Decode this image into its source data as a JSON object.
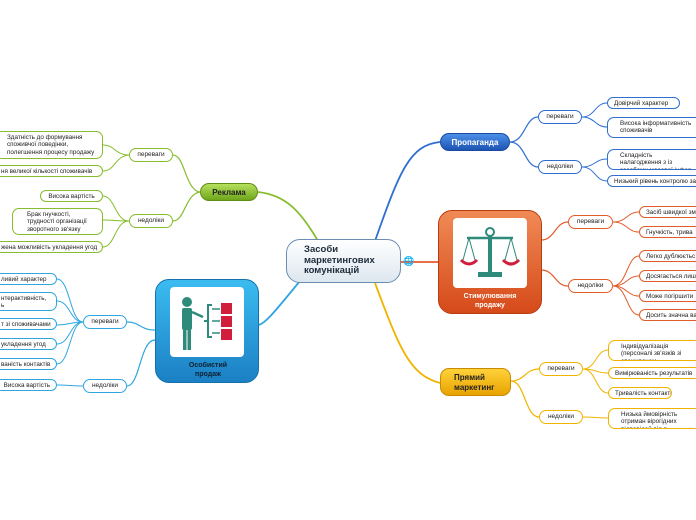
{
  "center": {
    "title_line1": "Засоби",
    "title_line2": "маркетингових",
    "title_line3": "комунікацій"
  },
  "colors": {
    "reklama": "#86bd2c",
    "osobystyi": "#2fa6df",
    "propaganda": "#2f6fd0",
    "stymuliuvannia": "#e25c2a",
    "priamyi": "#f0b400"
  },
  "branches": {
    "reklama": {
      "title": "Реклама",
      "pros_label": "переваги",
      "pros": [
        "Здатність до формування споживчої поведінки, полегшення процесу продажу",
        "ня великої кількості споживачів"
      ],
      "cons_label": "недоліки",
      "cons": [
        "Висока вартість",
        "Брак гнучкості, трудності організації зворотного зв'язку",
        "жена можливість укладення угод"
      ]
    },
    "osobystyi": {
      "title": "Особистий продаж",
      "icon": "salesman-presentation-icon",
      "pros_label": "переваги",
      "pros": [
        "ливий характер",
        "нтерактивність, ь",
        "т зі споживачами",
        "укладення угод",
        "ваність контактів"
      ],
      "cons_label": "недоліки",
      "cons": [
        "Висока вартість"
      ]
    },
    "propaganda": {
      "title": "Пропаганда",
      "pros_label": "переваги",
      "pros": [
        "Довірчий характер",
        "Висока інформативність споживачів"
      ],
      "cons_label": "недоліки",
      "cons": [
        "Складність налагодження з із засобами масової інфор",
        "Низький рівень контролю за"
      ]
    },
    "stymuliuvannia": {
      "title": "Стимулювання продажу",
      "icon": "scales-balance-icon",
      "pros_label": "переваги",
      "pros": [
        "Засіб швидкої зм",
        "Гнучкість, трива"
      ],
      "cons_label": "недоліки",
      "cons": [
        "Легко дублюєтьс",
        "Досягається лише",
        "Може погіршити",
        "Досить значна ва"
      ]
    },
    "priamyi": {
      "title": "Прямий маркетинг",
      "pros_label": "переваги",
      "pros": [
        "Індивідуалізація (персоналі зв'язків зі споживачем",
        "Вимірюваність результатів",
        "Тривалість контактів"
      ],
      "cons_label": "недоліки",
      "cons": [
        "Низька ймовірність отриман вірогідних відповідей від р"
      ]
    }
  }
}
